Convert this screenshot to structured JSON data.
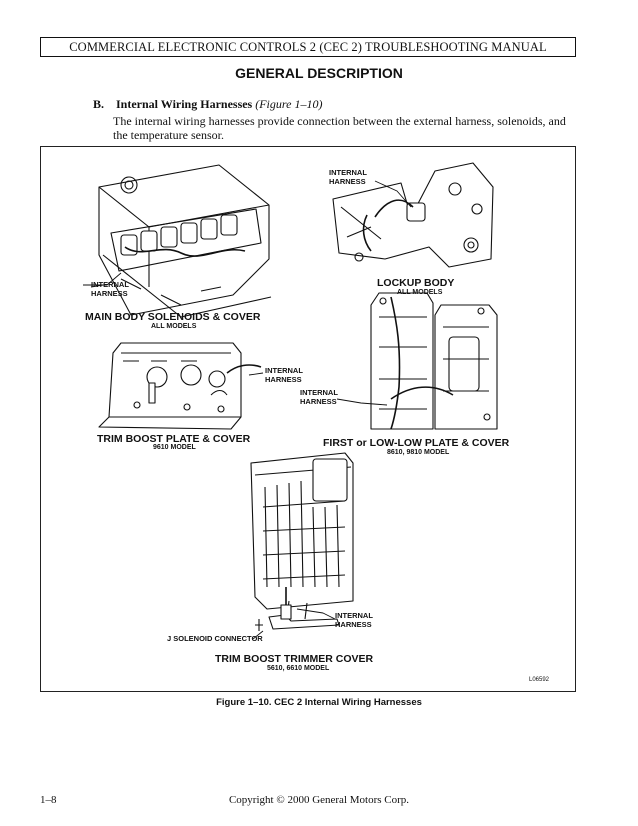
{
  "header": {
    "manual_title": "COMMERCIAL ELECTRONIC CONTROLS 2 (CEC 2) TROUBLESHOOTING MANUAL"
  },
  "section": {
    "title": "GENERAL DESCRIPTION"
  },
  "subsection": {
    "letter": "B.",
    "title": "Internal Wiring Harnesses",
    "figure_ref": "(Figure 1–10)",
    "text": "The internal wiring harnesses provide connection between the external harness, solenoids, and the temperature sensor."
  },
  "figure": {
    "labels": {
      "internal_harness_1": "INTERNAL\nHARNESS",
      "internal_harness_2": "INTERNAL\nHARNESS",
      "internal_harness_3": "INTERNAL\nHARNESS",
      "internal_harness_4": "INTERNAL\nHARNESS",
      "internal_harness_5": "INTERNAL\nHARNESS",
      "j_solenoid": "J SOLENOID CONNECTOR"
    },
    "captions": {
      "main_body": "MAIN  BODY  SOLENOIDS & COVER",
      "main_body_sub": "ALL  MODELS",
      "lockup": "LOCKUP  BODY",
      "lockup_sub": "ALL  MODELS",
      "trim_boost": "TRIM  BOOST  PLATE & COVER",
      "trim_boost_sub": "9610  MODEL",
      "first_low": "FIRST or LOW-LOW  PLATE & COVER",
      "first_low_sub": "8610, 9810  MODEL",
      "trimmer": "TRIM  BOOST  TRIMMER  COVER",
      "trimmer_sub": "5610, 6610  MODEL"
    },
    "code": "L06592",
    "caption": "Figure 1–10.  CEC 2 Internal Wiring Harnesses"
  },
  "footer": {
    "page": "1–8",
    "copyright": "Copyright © 2000 General Motors Corp."
  }
}
